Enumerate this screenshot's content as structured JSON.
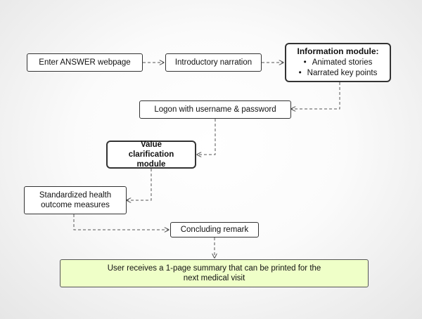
{
  "diagram": {
    "nodes": {
      "enter_webpage": "Enter ANSWER  webpage",
      "intro_narration": "Introductory narration",
      "info_module": {
        "title": "Information module:",
        "items": [
          "Animated stories",
          "Narrated key points"
        ]
      },
      "logon": "Logon with username & password",
      "value_clarification": "Value clarification module",
      "health_outcomes": "Standardized health outcome measures",
      "concluding_remark": "Concluding remark",
      "summary": "User receives a 1-page summary that can be printed for the next medical visit"
    },
    "colors": {
      "summary_fill": "#efffc8",
      "connector": "#555555"
    }
  }
}
